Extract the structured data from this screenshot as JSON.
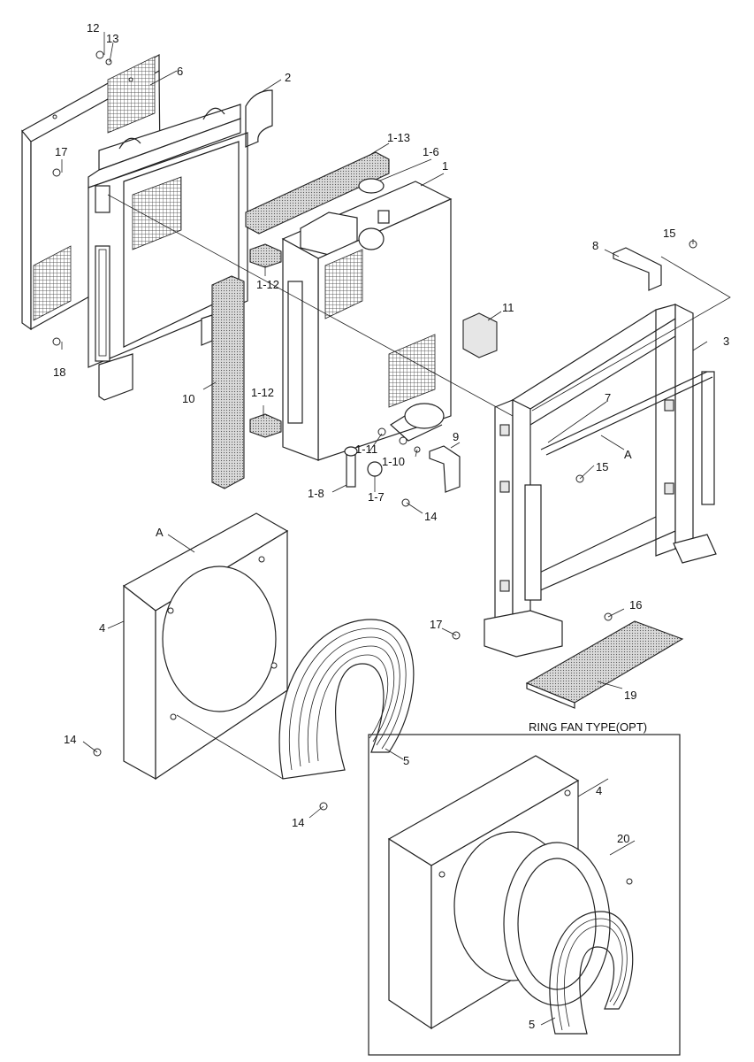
{
  "labels": {
    "l12": "12",
    "l13": "13",
    "l6": "6",
    "l2": "2",
    "l1_13": "1-13",
    "l1_6": "1-6",
    "l1": "1",
    "l17a": "17",
    "l15a": "15",
    "l8": "8",
    "l1_12a": "1-12",
    "l11": "11",
    "l3": "3",
    "l18": "18",
    "l10": "10",
    "l7": "7",
    "l1_12b": "1-12",
    "l1_11": "1-11",
    "l9": "9",
    "l1_10": "1-10",
    "lA1": "A",
    "l15b": "15",
    "l1_8": "1-8",
    "l1_7": "1-7",
    "l14a": "14",
    "lA2": "A",
    "l16": "16",
    "l4a": "4",
    "l17b": "17",
    "l19": "19",
    "l14b": "14",
    "l5a": "5",
    "l14c": "14",
    "l4b": "4",
    "l20": "20",
    "l5b": "5"
  },
  "inset": {
    "title": "RING FAN TYPE(OPT)"
  }
}
